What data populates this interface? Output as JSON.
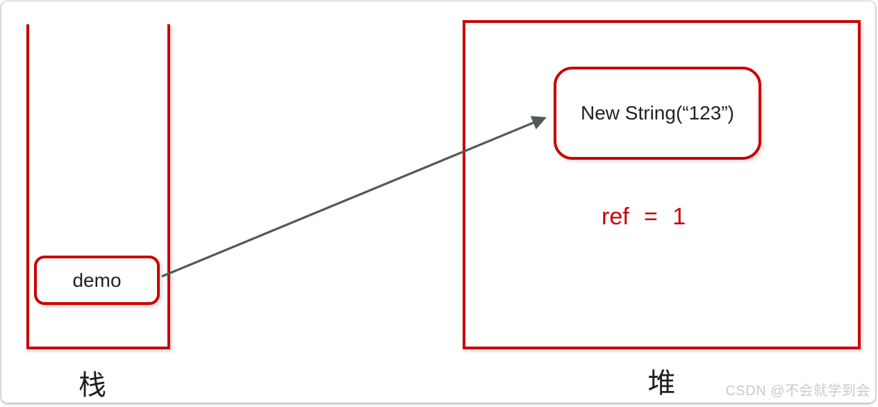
{
  "diagram": {
    "stack": {
      "label": "栈",
      "variable": "demo"
    },
    "heap": {
      "label": "堆",
      "object": "New String(“123”)",
      "ref_label": "ref = 1"
    },
    "arrow": {
      "meaning": "reference-from-demo-to-string-object"
    },
    "colors": {
      "accent_red": "#C80000",
      "arrow_gray": "#4F5A57",
      "text_dark": "#212121",
      "watermark_gray": "#C9C9C9"
    }
  },
  "watermark": "CSDN @不会就学到会"
}
